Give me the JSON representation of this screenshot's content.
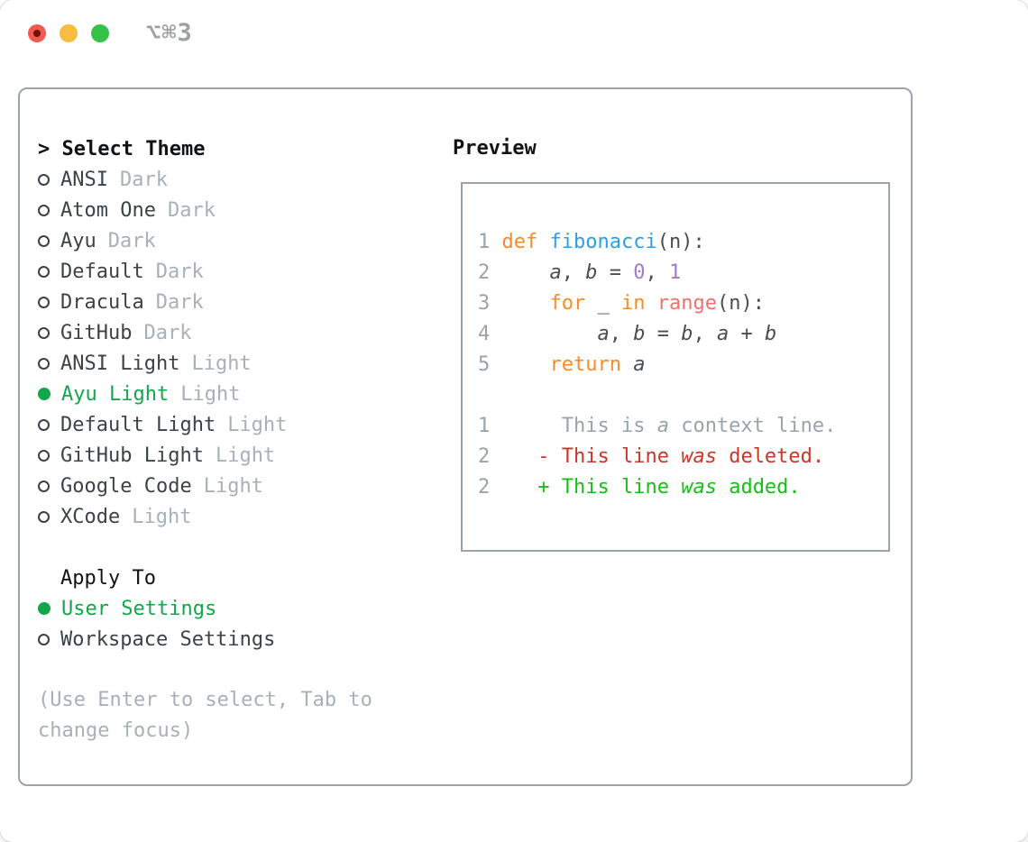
{
  "window": {
    "shortcut_label": "⌥⌘3",
    "traffic_lights": [
      "close",
      "minimize",
      "zoom"
    ]
  },
  "colors": {
    "accent_green": "#12a74a",
    "diff_added_green": "#17be17",
    "diff_deleted_red": "#c93726",
    "keyword_orange": "#f98b28",
    "function_blue": "#2e9fe6",
    "builtin_pink": "#f0716d",
    "number_purple": "#a37acc",
    "code_foreground": "#474e54",
    "line_number_gray": "#9aa3ac",
    "muted_gray": "#a8b0b9",
    "traffic_red": "#f25a50",
    "traffic_yellow": "#f6bd40",
    "traffic_green": "#34c348"
  },
  "theme_picker": {
    "title_prefix": ">",
    "title": "Select Theme",
    "items": [
      {
        "name": "ANSI",
        "variant": "Dark",
        "selected": false
      },
      {
        "name": "Atom One",
        "variant": "Dark",
        "selected": false
      },
      {
        "name": "Ayu",
        "variant": "Dark",
        "selected": false
      },
      {
        "name": "Default",
        "variant": "Dark",
        "selected": false
      },
      {
        "name": "Dracula",
        "variant": "Dark",
        "selected": false
      },
      {
        "name": "GitHub",
        "variant": "Dark",
        "selected": false
      },
      {
        "name": "ANSI Light",
        "variant": "Light",
        "selected": false
      },
      {
        "name": "Ayu Light",
        "variant": "Light",
        "selected": true
      },
      {
        "name": "Default Light",
        "variant": "Light",
        "selected": false
      },
      {
        "name": "GitHub Light",
        "variant": "Light",
        "selected": false
      },
      {
        "name": "Google Code",
        "variant": "Light",
        "selected": false
      },
      {
        "name": "XCode",
        "variant": "Light",
        "selected": false
      }
    ],
    "apply_to": {
      "title": "Apply To",
      "options": [
        {
          "label": "User Settings",
          "selected": true
        },
        {
          "label": "Workspace Settings",
          "selected": false
        }
      ]
    },
    "help_text": "(Use Enter to select, Tab to change focus)"
  },
  "preview": {
    "title": "Preview",
    "lines": [
      {
        "num": "1",
        "tokens": [
          {
            "text": "def ",
            "style": "keyword"
          },
          {
            "text": "fibonacci",
            "style": "function"
          },
          {
            "text": "(n):",
            "style": "plain"
          }
        ]
      },
      {
        "num": "2",
        "tokens": [
          {
            "text": "    ",
            "style": "plain"
          },
          {
            "text": "a",
            "style": "variable"
          },
          {
            "text": ", ",
            "style": "plain"
          },
          {
            "text": "b",
            "style": "variable"
          },
          {
            "text": " = ",
            "style": "plain"
          },
          {
            "text": "0",
            "style": "number"
          },
          {
            "text": ", ",
            "style": "plain"
          },
          {
            "text": "1",
            "style": "number"
          }
        ]
      },
      {
        "num": "3",
        "tokens": [
          {
            "text": "    ",
            "style": "plain"
          },
          {
            "text": "for ",
            "style": "keyword"
          },
          {
            "text": "_ ",
            "style": "plain"
          },
          {
            "text": "in ",
            "style": "keyword"
          },
          {
            "text": "range",
            "style": "builtin"
          },
          {
            "text": "(n):",
            "style": "plain"
          }
        ]
      },
      {
        "num": "4",
        "tokens": [
          {
            "text": "        ",
            "style": "plain"
          },
          {
            "text": "a",
            "style": "variable"
          },
          {
            "text": ", ",
            "style": "plain"
          },
          {
            "text": "b",
            "style": "variable"
          },
          {
            "text": " = ",
            "style": "plain"
          },
          {
            "text": "b",
            "style": "variable"
          },
          {
            "text": ", ",
            "style": "plain"
          },
          {
            "text": "a",
            "style": "variable"
          },
          {
            "text": " + ",
            "style": "plain"
          },
          {
            "text": "b",
            "style": "variable"
          }
        ]
      },
      {
        "num": "5",
        "tokens": [
          {
            "text": "    ",
            "style": "plain"
          },
          {
            "text": "return ",
            "style": "keyword"
          },
          {
            "text": "a",
            "style": "variable"
          }
        ]
      },
      {
        "num": "",
        "tokens": []
      },
      {
        "num": "1",
        "tokens": [
          {
            "text": "     ",
            "style": "plain"
          },
          {
            "text": "This is ",
            "style": "context"
          },
          {
            "text": "a",
            "style": "context-italic"
          },
          {
            "text": " context line.",
            "style": "context"
          }
        ]
      },
      {
        "num": "2",
        "tokens": [
          {
            "text": "   ",
            "style": "plain"
          },
          {
            "text": "- This line ",
            "style": "deleted"
          },
          {
            "text": "was",
            "style": "deleted-italic"
          },
          {
            "text": " deleted.",
            "style": "deleted"
          }
        ]
      },
      {
        "num": "2",
        "tokens": [
          {
            "text": "   ",
            "style": "plain"
          },
          {
            "text": "+ This line ",
            "style": "added"
          },
          {
            "text": "was",
            "style": "added-italic"
          },
          {
            "text": " added.",
            "style": "added"
          }
        ]
      }
    ]
  }
}
